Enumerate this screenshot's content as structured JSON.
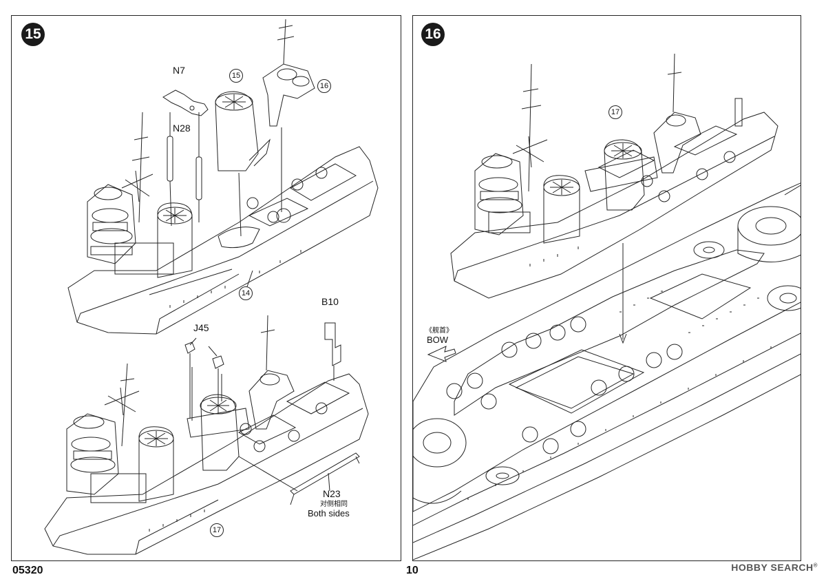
{
  "page": {
    "product_code": "05320",
    "page_number": "10",
    "watermark": "HOBBY SEARCH",
    "watermark_symbol": "®"
  },
  "step15": {
    "step_number": "15",
    "labels": {
      "n7": "N7",
      "n28": "N28",
      "b10": "B10",
      "j45": "J45",
      "n23": "N23",
      "n23_note_cn": "对侧相同",
      "n23_note_en": "Both sides"
    },
    "callouts": {
      "c15": "15",
      "c16": "16",
      "c14": "14",
      "c17": "17"
    }
  },
  "step16": {
    "step_number": "16",
    "callouts": {
      "c17": "17"
    },
    "bow_label_cn": "《舰首》",
    "bow_label_en": "BOW"
  }
}
